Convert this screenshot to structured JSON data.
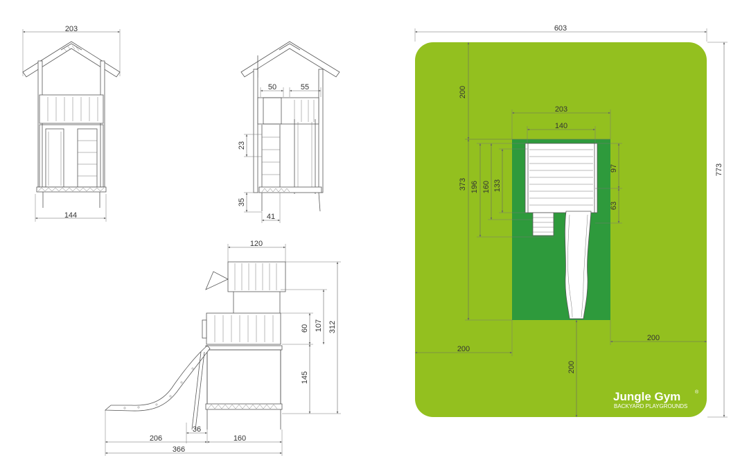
{
  "front_view": {
    "top_width": "203",
    "base_width": "144"
  },
  "side_view": {
    "ladder_width": "50",
    "slide_width": "55",
    "rung_spacing": "23",
    "ground_clearance": "35",
    "ladder_foot": "41"
  },
  "elevation_view": {
    "roof_width": "120",
    "rail_height": "60",
    "upper_height": "107",
    "total_height": "312",
    "platform_height": "145",
    "slide_length": "206",
    "gap": "36",
    "tower_width": "160",
    "total_length": "366"
  },
  "plan_view": {
    "area_width": "603",
    "area_height": "773",
    "top_margin": "200",
    "structure_width": "203",
    "tower_width": "140",
    "structure_length": "373",
    "dim_196": "196",
    "dim_160": "160",
    "dim_133": "133",
    "dim_97": "97",
    "dim_63": "63",
    "left_margin": "200",
    "right_margin": "200",
    "bottom_margin": "200"
  },
  "brand": {
    "name": "Jungle Gym",
    "registered": "®",
    "tagline": "BACKYARD PLAYGROUNDS"
  },
  "colors": {
    "safety_area": "#93c01f",
    "structure_area": "#2e9a3c",
    "lines": "#555555",
    "text": "#333333"
  }
}
